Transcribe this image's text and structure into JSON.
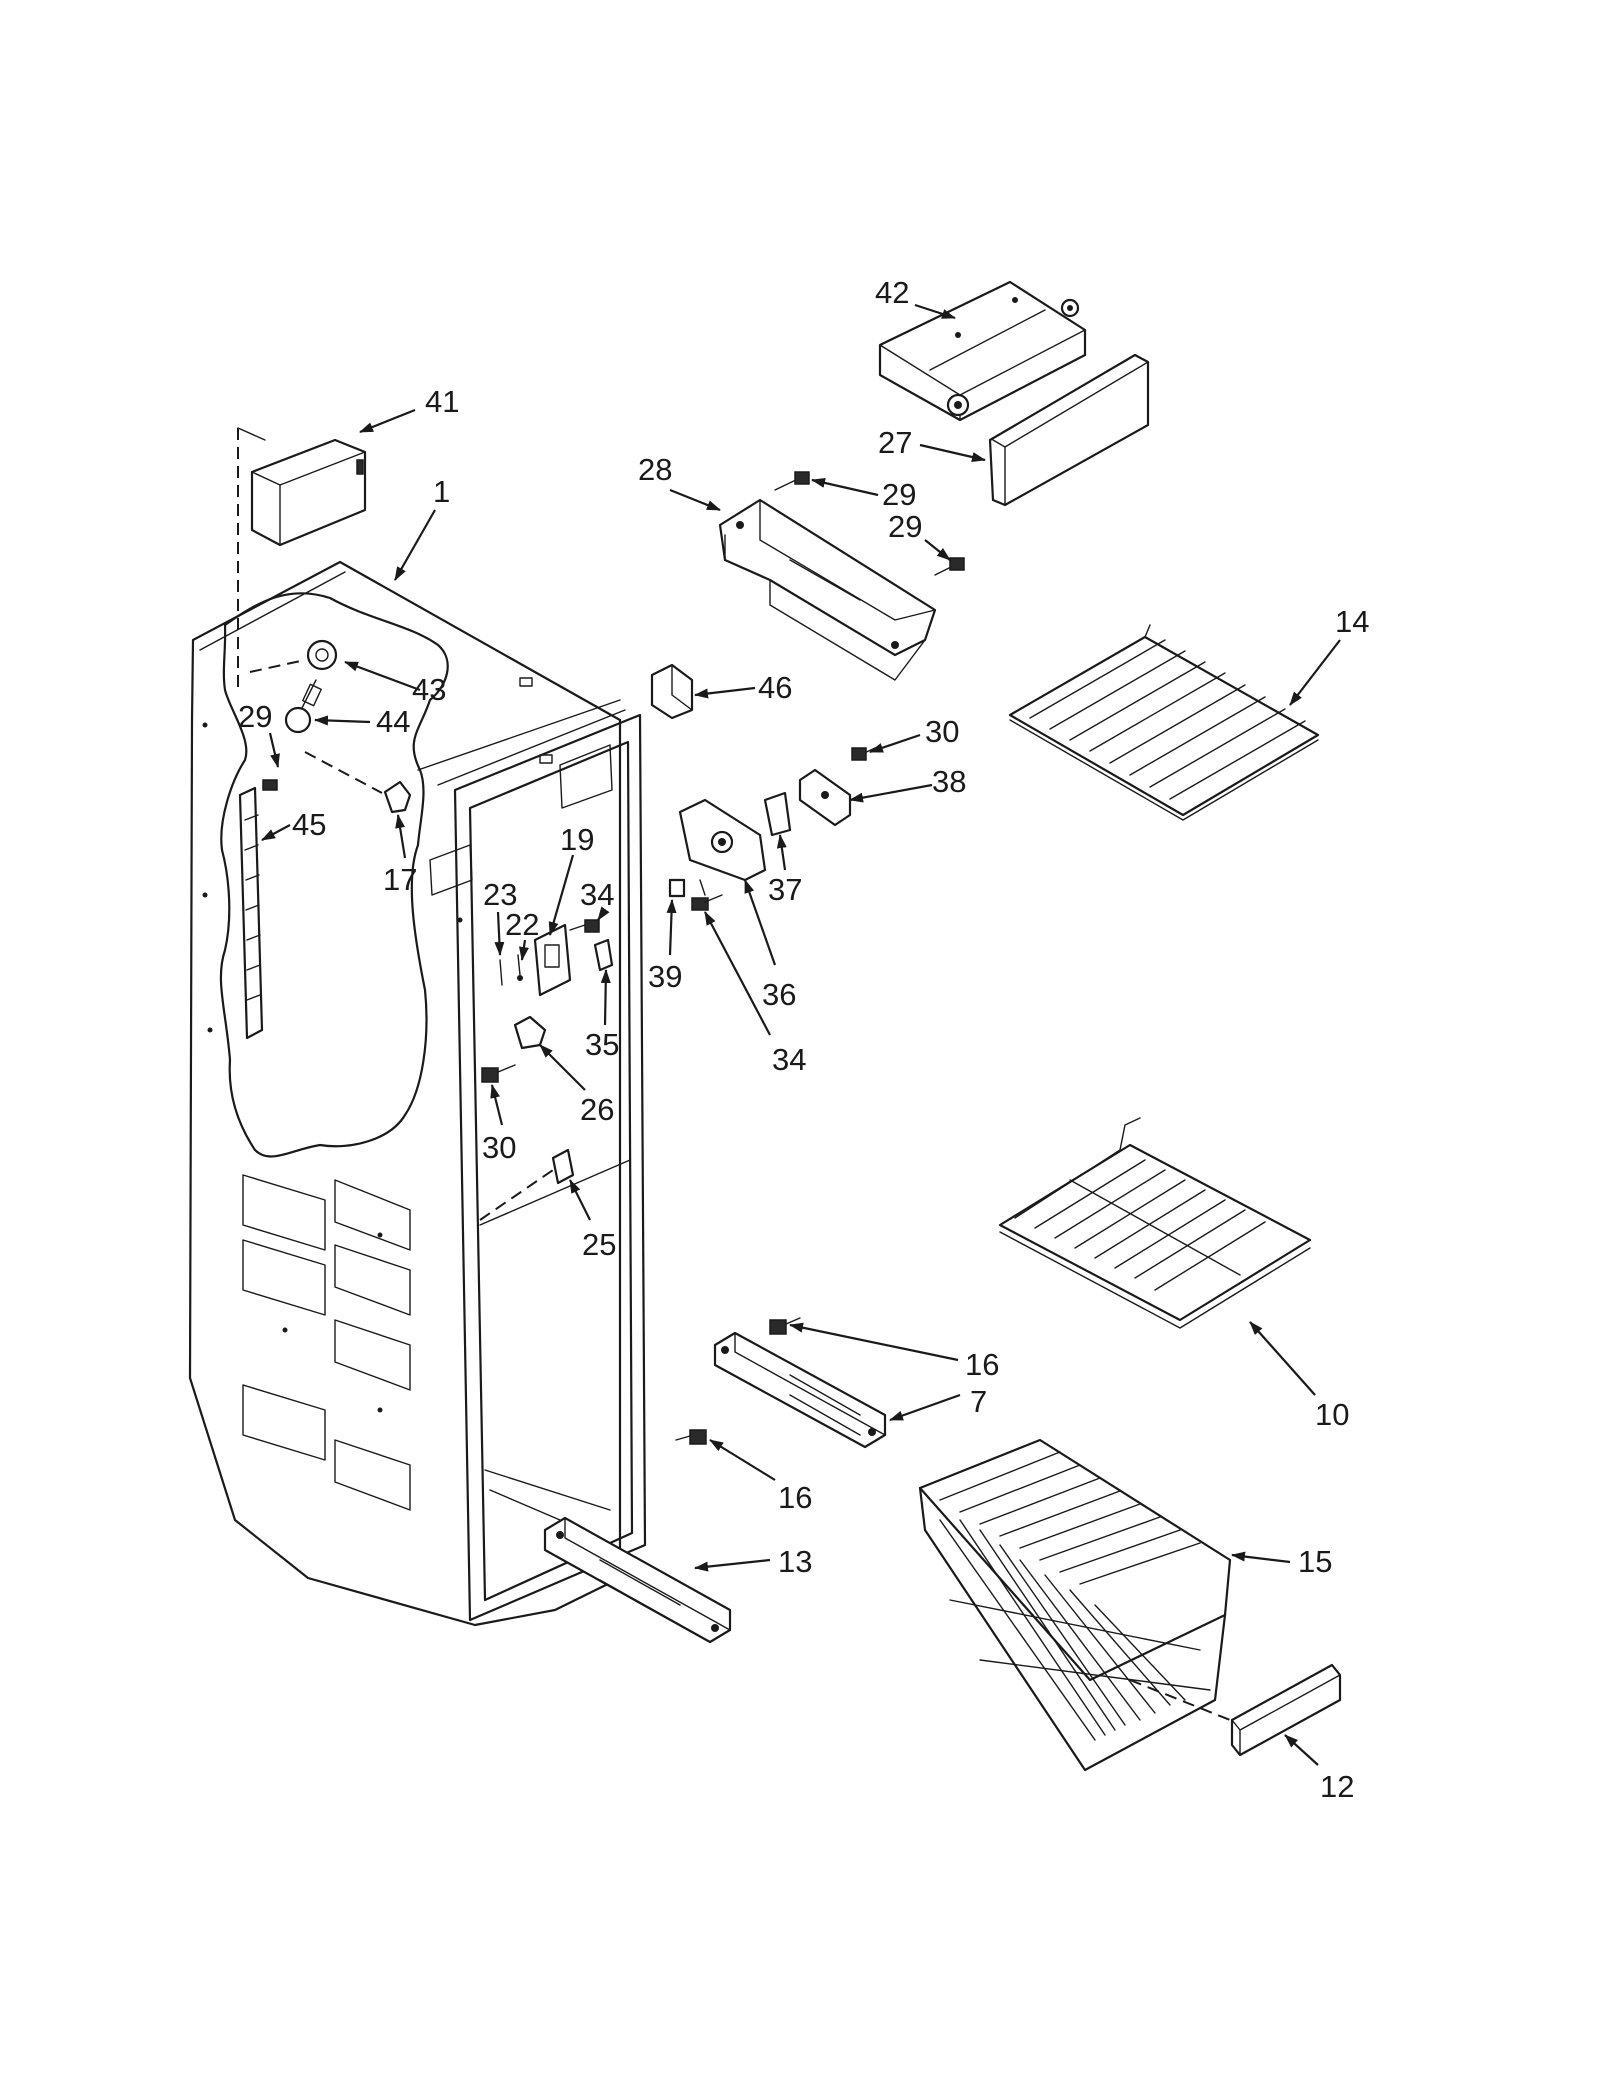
{
  "part_numbers": [
    "1",
    "7",
    "10",
    "12",
    "13",
    "14",
    "15",
    "16",
    "17",
    "19",
    "22",
    "23",
    "25",
    "26",
    "27",
    "28",
    "29",
    "30",
    "34",
    "35",
    "36",
    "37",
    "38",
    "39",
    "41",
    "42",
    "43",
    "44",
    "45",
    "46"
  ],
  "callouts": [
    {
      "label": "42"
    },
    {
      "label": "41"
    },
    {
      "label": "1"
    },
    {
      "label": "27"
    },
    {
      "label": "28"
    },
    {
      "label": "29"
    },
    {
      "label": "29"
    },
    {
      "label": "14"
    },
    {
      "label": "43"
    },
    {
      "label": "46"
    },
    {
      "label": "29"
    },
    {
      "label": "44"
    },
    {
      "label": "30"
    },
    {
      "label": "38"
    },
    {
      "label": "45"
    },
    {
      "label": "17"
    },
    {
      "label": "19"
    },
    {
      "label": "23"
    },
    {
      "label": "34"
    },
    {
      "label": "22"
    },
    {
      "label": "37"
    },
    {
      "label": "39"
    },
    {
      "label": "36"
    },
    {
      "label": "35"
    },
    {
      "label": "34"
    },
    {
      "label": "26"
    },
    {
      "label": "30"
    },
    {
      "label": "25"
    },
    {
      "label": "16"
    },
    {
      "label": "7"
    },
    {
      "label": "10"
    },
    {
      "label": "16"
    },
    {
      "label": "15"
    },
    {
      "label": "13"
    },
    {
      "label": "12"
    }
  ]
}
